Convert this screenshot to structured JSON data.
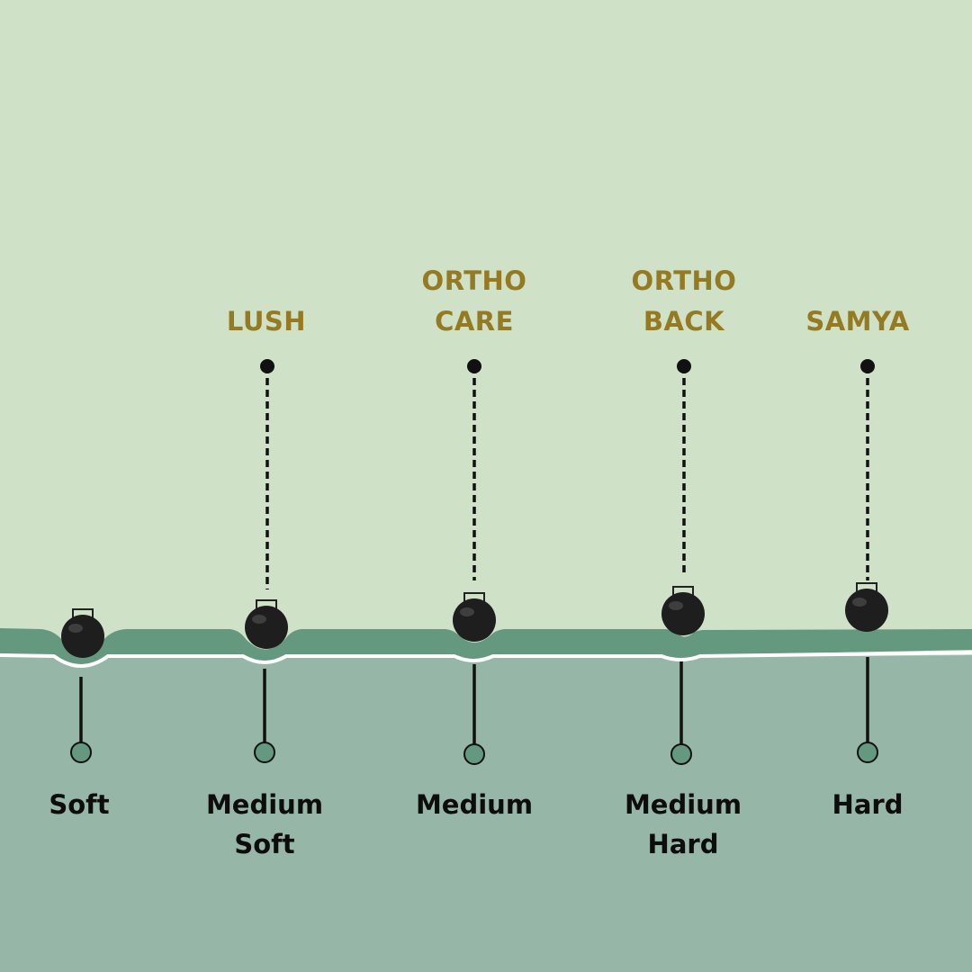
{
  "background": {
    "sky": "#cfe2c8",
    "mattress_top": "#64987f",
    "mattress_body": "#96b7a8"
  },
  "colors": {
    "product_text": "#957a22",
    "firmness_text": "#0d0d0d",
    "weight": "#1e1e1e",
    "marker": "#64987f"
  },
  "products": [
    {
      "name": "LUSH",
      "firmness": "Medium Soft"
    },
    {
      "name": "ORTHO\nCARE",
      "firmness": "Medium"
    },
    {
      "name": "ORTHO\nBACK",
      "firmness": "Medium Hard"
    },
    {
      "name": "SAMYA",
      "firmness": "Hard"
    }
  ],
  "firmness_levels": [
    "Soft",
    "Medium\nSoft",
    "Medium",
    "Medium\nHard",
    "Hard"
  ],
  "icons": {
    "weight": "kettlebell-weight-icon",
    "product_pin": "pin-dot-icon",
    "firmness_marker": "circle-marker-icon"
  }
}
